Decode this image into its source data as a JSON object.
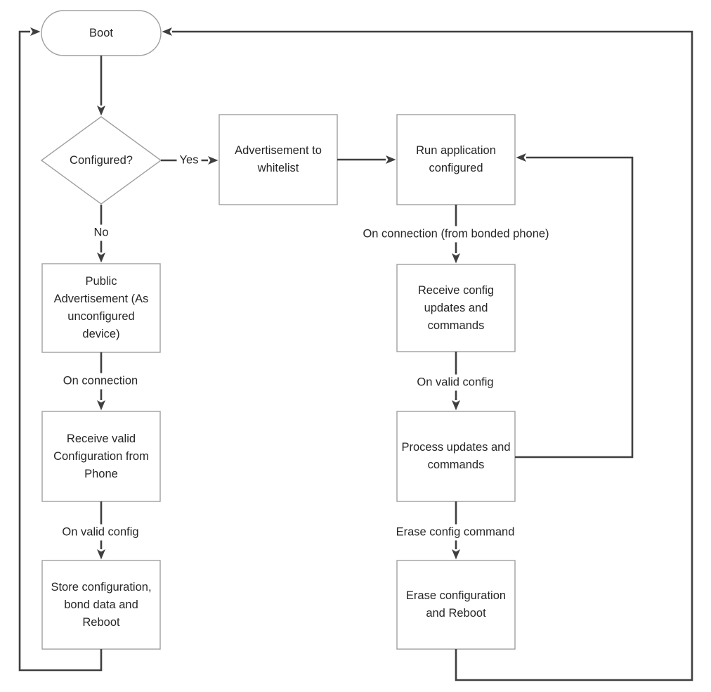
{
  "diagram": {
    "type": "flowchart",
    "background": "#ffffff",
    "colors": {
      "connector": "#3f3f3f",
      "shape_border": "#a0a0a0",
      "shape_fill": "#ffffff",
      "text": "#262626"
    },
    "nodes": {
      "boot": {
        "shape": "terminator",
        "label": "Boot"
      },
      "configured": {
        "shape": "decision",
        "label": "Configured?"
      },
      "advertisement_whitelist": {
        "shape": "process",
        "label": "Advertisement to\nwhitelist"
      },
      "run_application": {
        "shape": "process",
        "label": "Run application\nconfigured"
      },
      "public_advertisement": {
        "shape": "process",
        "label": "Public\nAdvertisement (As\nunconfigured\ndevice)"
      },
      "receive_valid_configuration": {
        "shape": "process",
        "label": "Receive valid\nConfiguration from\nPhone"
      },
      "store_configuration": {
        "shape": "process",
        "label": "Store configuration,\nbond data and\nReboot"
      },
      "receive_config_updates": {
        "shape": "process",
        "label": "Receive config\nupdates and\ncommands"
      },
      "process_updates": {
        "shape": "process",
        "label": "Process updates and\ncommands"
      },
      "erase_configuration": {
        "shape": "process",
        "label": "Erase configuration\nand Reboot"
      }
    },
    "edge_labels": {
      "yes": "Yes",
      "no": "No",
      "on_connection_bonded": "On connection (from bonded phone)",
      "on_connection": "On connection",
      "on_valid_config_left": "On valid config",
      "on_valid_config_right": "On valid config",
      "erase_config_command": "Erase config command"
    }
  }
}
